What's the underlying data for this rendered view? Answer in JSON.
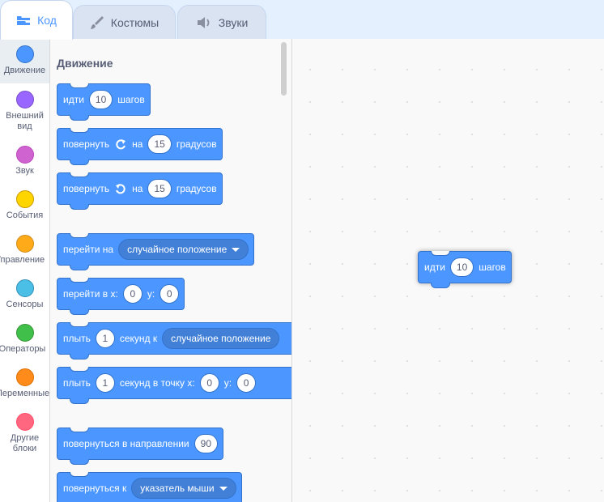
{
  "tabs": [
    {
      "label": "Код",
      "icon": "code-blocks-icon",
      "active": true
    },
    {
      "label": "Костюмы",
      "icon": "paintbrush-icon",
      "active": false
    },
    {
      "label": "Звуки",
      "icon": "speaker-icon",
      "active": false
    }
  ],
  "categories": [
    {
      "label": "Движение",
      "color": "#4c97ff",
      "selected": true
    },
    {
      "label": "Внешний вид",
      "color": "#9966ff"
    },
    {
      "label": "Звук",
      "color": "#cf63cf"
    },
    {
      "label": "События",
      "color": "#ffd500"
    },
    {
      "label": "Управление",
      "color": "#ffab19"
    },
    {
      "label": "Сенсоры",
      "color": "#4cbfe6"
    },
    {
      "label": "Операторы",
      "color": "#40bf4a"
    },
    {
      "label": "Переменные",
      "color": "#ff8c1a"
    },
    {
      "label": "Другие блоки",
      "color": "#ff6680"
    }
  ],
  "palette": {
    "title": "Движение",
    "blocks": {
      "move": {
        "t1": "идти",
        "v1": "10",
        "t2": "шагов"
      },
      "turn_right": {
        "t1": "повернуть",
        "t2": "на",
        "v1": "15",
        "t3": "градусов"
      },
      "turn_left": {
        "t1": "повернуть",
        "t2": "на",
        "v1": "15",
        "t3": "градусов"
      },
      "goto": {
        "t1": "перейти на",
        "menu": "случайное положение"
      },
      "goto_xy": {
        "t1": "перейти в x:",
        "v1": "0",
        "t2": "y:",
        "v2": "0"
      },
      "glide": {
        "t1": "плыть",
        "v1": "1",
        "t2": "секунд к",
        "menu": "случайное положение"
      },
      "glide_xy": {
        "t1": "плыть",
        "v1": "1",
        "t2": "секунд в точку x:",
        "v2": "0",
        "t3": "y:",
        "v3": "0"
      },
      "point_dir": {
        "t1": "повернуться в направлении",
        "v1": "90"
      },
      "point_towards": {
        "t1": "повернуться к",
        "menu": "указатель мыши"
      }
    }
  },
  "workspace": {
    "block": {
      "t1": "идти",
      "v1": "10",
      "t2": "шагов"
    }
  },
  "colors": {
    "motion": "#4c97ff",
    "motion_border": "#3373cc",
    "accent": "#4c97ff"
  }
}
